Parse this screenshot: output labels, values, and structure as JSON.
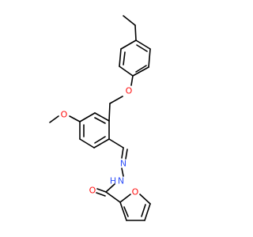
{
  "molecule": {
    "atoms": {
      "methoxy_o": {
        "label": "O",
        "color": "#ff0d0d"
      },
      "ether_o": {
        "label": "O",
        "color": "#ff0d0d"
      },
      "imine_n": {
        "label": "N",
        "color": "#3050f8"
      },
      "hydrazide_n": {
        "label": "N",
        "color": "#3050f8"
      },
      "hydrazide_h": {
        "label": "H",
        "color": "#3050f8"
      },
      "carbonyl_o": {
        "label": "O",
        "color": "#ff0d0d"
      },
      "furan_o": {
        "label": "O",
        "color": "#ff0d0d"
      }
    },
    "colors": {
      "bond": "#000000",
      "oxygen": "#ff0d0d",
      "nitrogen": "#3050f8",
      "background": "#ffffff"
    }
  }
}
